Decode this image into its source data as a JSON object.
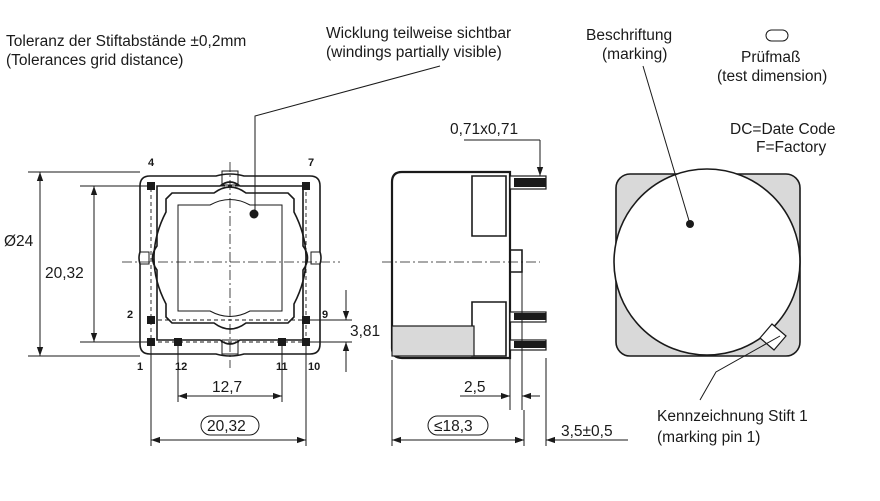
{
  "notes": {
    "tolerance_line1": "Toleranz der Stiftabstände ±0,2mm",
    "tolerance_line2": "(Tolerances grid distance)",
    "winding_line1": "Wicklung teilweise sichtbar",
    "winding_line2": "(windings partially visible)",
    "marking_line1": "Beschriftung",
    "marking_line2": "(marking)",
    "test_line1": "Prüfmaß",
    "test_line2": "(test dimension)",
    "dc": "DC=Date Code",
    "factory": "F=Factory",
    "pin1_line1": "Kennzeichnung Stift 1",
    "pin1_line2": "(marking pin 1)"
  },
  "dimensions": {
    "diameter": "Ø24",
    "height_pitch": "20,32",
    "pin_pitch_small": "3,81",
    "width_inner": "12,7",
    "width_outer": "20,32",
    "depth": "≤18,3",
    "pin_size": "0,71x0,71",
    "pin_offset": "2,5",
    "pin_length": "3,5±0,5"
  },
  "pins": {
    "p4": "4",
    "p7": "7",
    "p2": "2",
    "p9": "9",
    "p1": "1",
    "p12": "12",
    "p11": "11",
    "p10": "10"
  },
  "colors": {
    "line": "#1a1a1a",
    "fill_gray": "#d9d9d9"
  }
}
